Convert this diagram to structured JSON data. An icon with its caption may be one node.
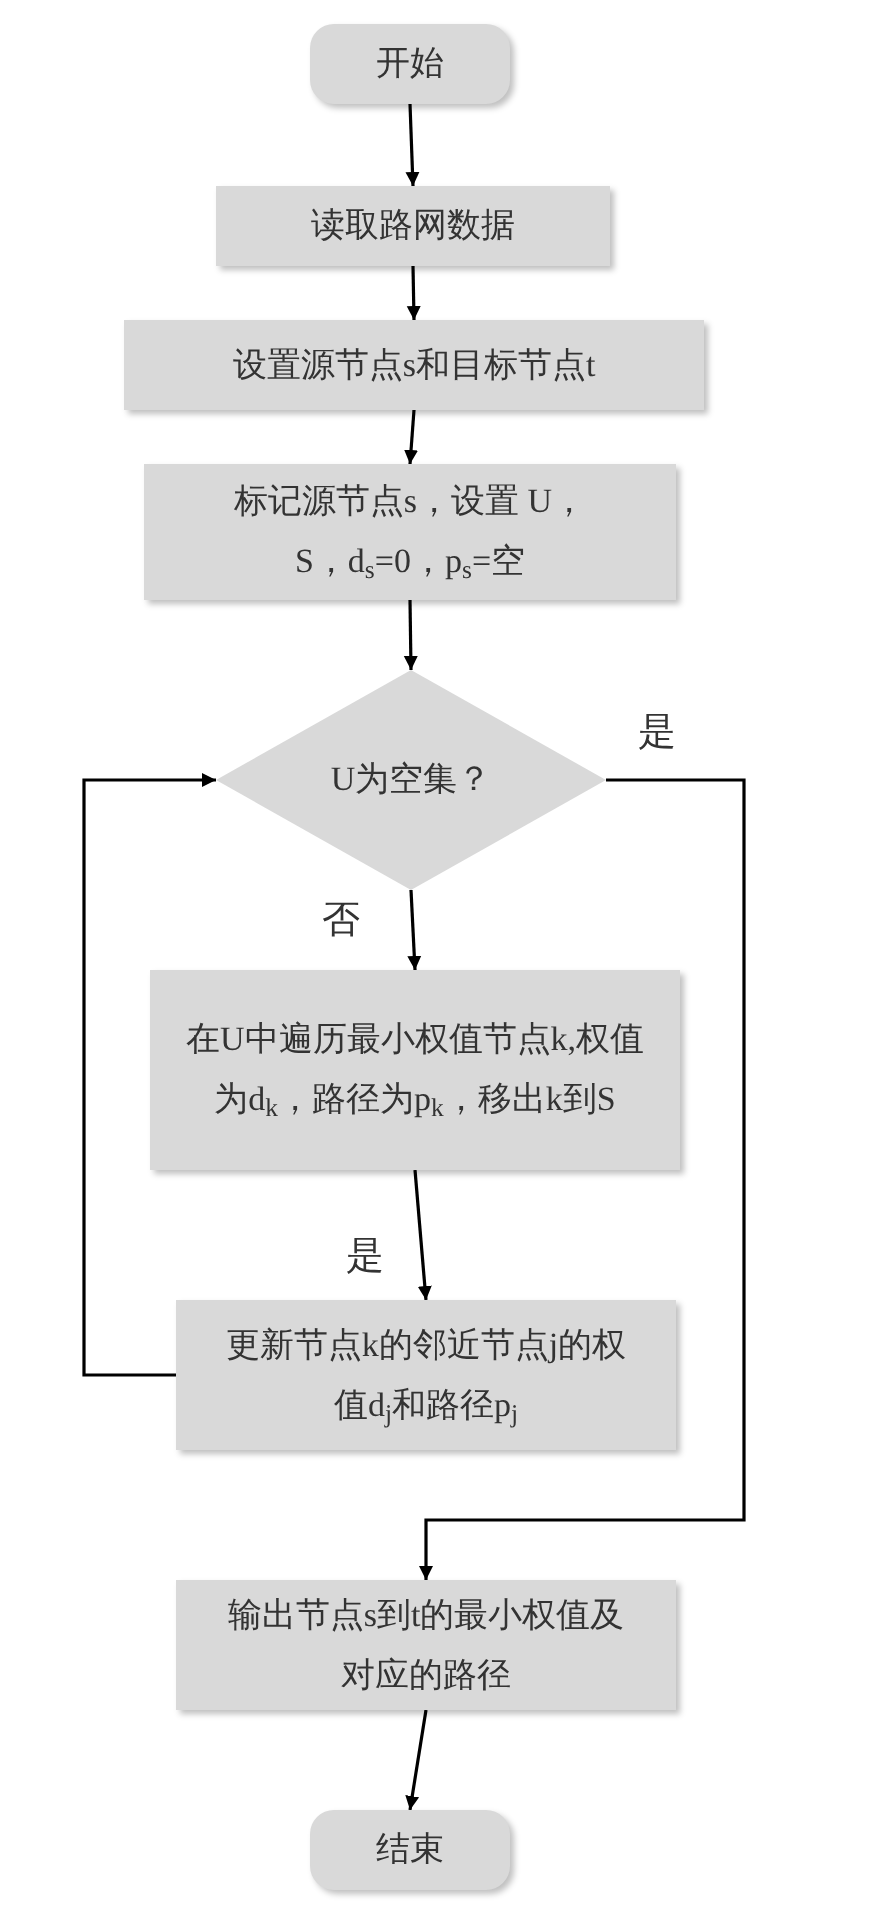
{
  "diagram": {
    "nodes": [
      {
        "text": [
          "开始"
        ]
      },
      {
        "text": [
          "读取路网数据"
        ]
      },
      {
        "text": [
          "设置源节点s和目标节点t"
        ]
      },
      {
        "text": [
          "标记源节点s，设置 U，S，d$_{s}$=0，p$_{s}$=空"
        ]
      },
      {
        "text": [
          "U为空集？"
        ]
      },
      {
        "text": [
          "在U中遍历最小权值节点k,权值为d$_{k}$，路径为p$_{k}$，移出k到S"
        ]
      },
      {
        "text": [
          "更新节点k的邻近节点j的权值d$_{j}$和路径p$_{j}$"
        ]
      },
      {
        "text": [
          "输出节点s到t的最小权值及对应的路径"
        ]
      },
      {
        "text": [
          "结束"
        ]
      }
    ],
    "edges": [
      {
        "from": 0,
        "to": 1,
        "arrow": "to"
      },
      {
        "from": 1,
        "to": 2,
        "arrow": "to"
      },
      {
        "from": 2,
        "to": 3,
        "arrow": "to"
      },
      {
        "from": 3,
        "to": 4,
        "arrow": "to"
      },
      {
        "from": 4,
        "to": 5,
        "arrow": "to",
        "label": "否"
      },
      {
        "from": 5,
        "to": 6,
        "arrow": "to",
        "label": "是"
      },
      {
        "from": 6,
        "to": 4,
        "arrow": "to"
      },
      {
        "from": 4,
        "to": 7,
        "arrow": "to",
        "label": "是"
      },
      {
        "from": 7,
        "to": 8,
        "arrow": "to"
      }
    ]
  }
}
